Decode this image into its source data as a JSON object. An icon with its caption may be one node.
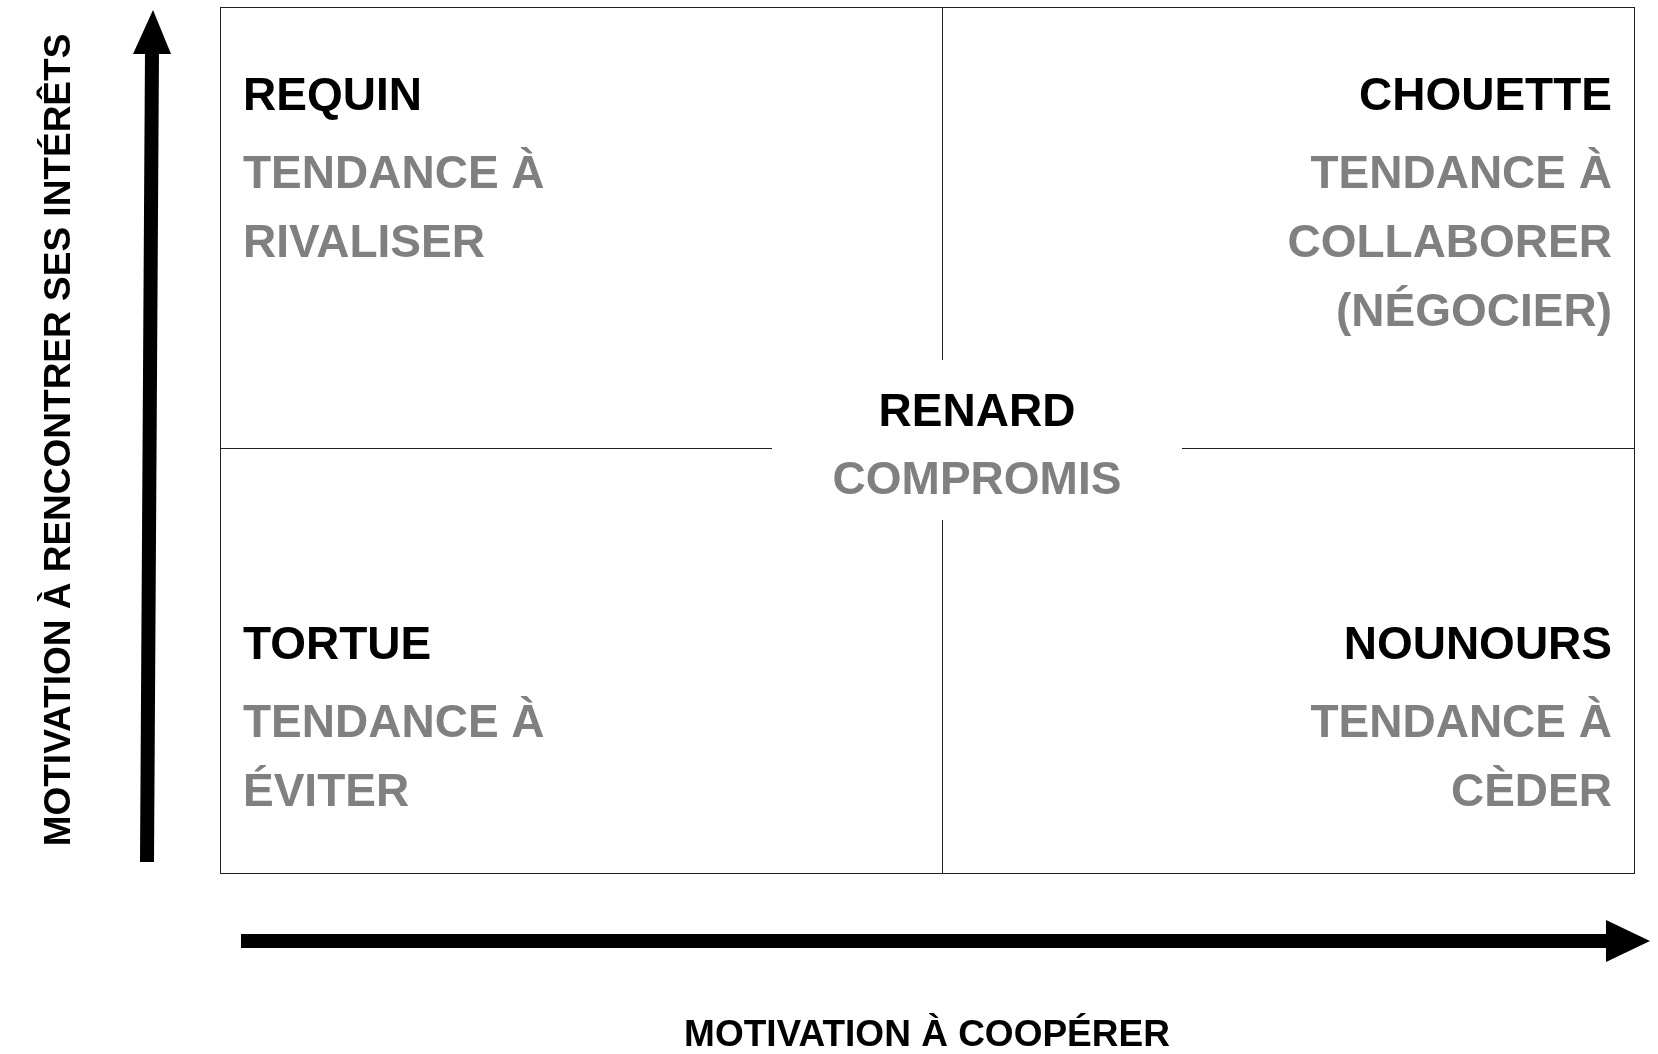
{
  "diagram": {
    "nodes": [
      {
        "text": [
          "REQUIN",
          "TENDANCE À RIVALISER"
        ]
      },
      {
        "text": [
          "CHOUETTE",
          "TENDANCE À COLLABORER (NÉGOCIER)"
        ]
      },
      {
        "text": [
          "TORTUE",
          "TENDANCE À ÉVITER"
        ]
      },
      {
        "text": [
          "NOUNOURS",
          "TENDANCE À CÈDER"
        ]
      }
    ],
    "labels": [
      "RENARD",
      "COMPROMIS",
      "MOTIVATION À RENCONTRER SES INTÉRÊTS",
      "MOTIVATION À COOPÉRER"
    ]
  }
}
